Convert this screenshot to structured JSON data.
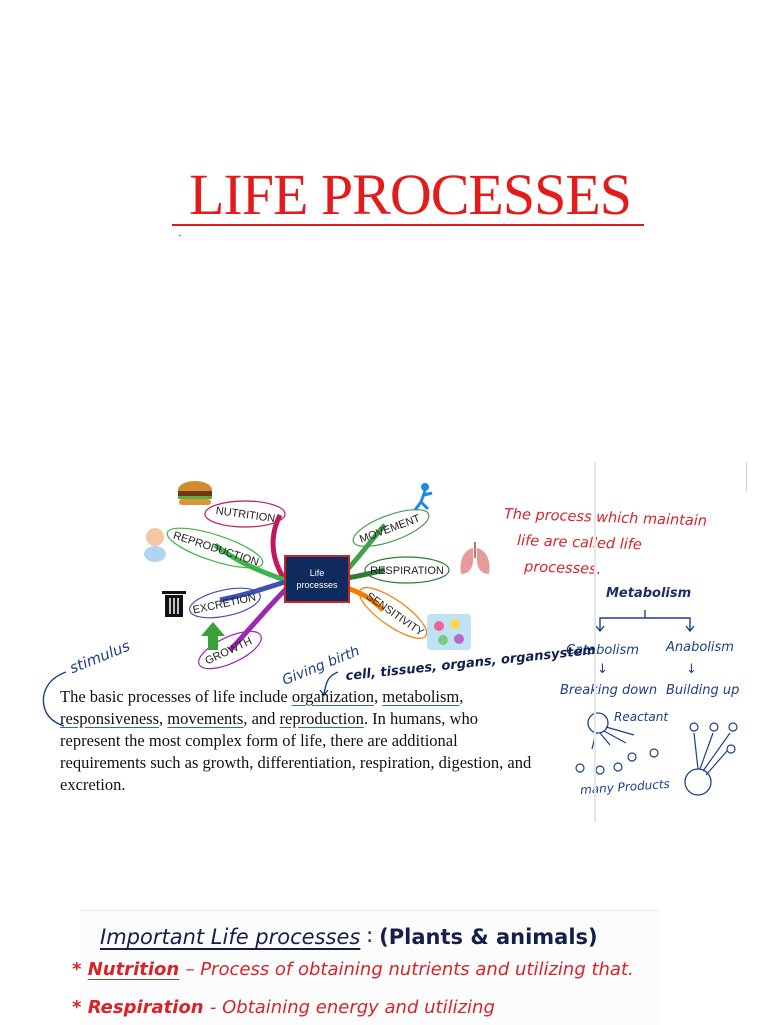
{
  "title": "LIFE PROCESSES",
  "mindmap": {
    "center": "Life processes",
    "branches": {
      "nutrition": "NUTRITION",
      "reproduction": "REPRODUCTION",
      "excretion": "EXCRETION",
      "growth": "GROWTH",
      "movement": "MOVEMENT",
      "respiration": "RESPIRATION",
      "sensitivity": "SENSITIVITY"
    },
    "colors": {
      "nutrition": "#c2185b",
      "reproduction": "#3cb44b",
      "excretion": "#3f51b5",
      "growth": "#9c27b0",
      "movement": "#43a047",
      "respiration": "#2e7d32",
      "sensitivity": "#f57c00",
      "center_box": "#0f2a5c"
    }
  },
  "notes": {
    "definition_line1": "The process which maintain",
    "definition_line2": "life are called life",
    "definition_line3": "processes.",
    "metabolism": "Metabolism",
    "catabolism": "Catabolism",
    "anabolism": "Anabolism",
    "breaking_down": "Breaking down",
    "building_up": "Building up",
    "reactant": "Reactant",
    "many_products": "many Products",
    "stimulus": "stimulus",
    "giving_birth": "Giving birth",
    "cell_levels": "cell, tissues, organs, organsystem"
  },
  "paragraph": {
    "p1": "The basic processes of life include ",
    "organization": "organization",
    "c1": ", ",
    "metabolism": "metabolism",
    "c2": ", ",
    "responsiveness": "responsiveness",
    "c3": ", ",
    "movements": "movements",
    "c4": ", and ",
    "reproduction": "reproduction",
    "p2": ". In humans, who represent the most complex form of life, there are additional requirements such as growth, differentiation, respiration, digestion, and excretion."
  },
  "important": {
    "heading": "Important Life processes",
    "colon": "∶",
    "scope": "(Plants & animals)",
    "items": [
      {
        "bullet": "*",
        "term": "Nutrition",
        "desc": "– Process of obtaining nutrients and utilizing that."
      },
      {
        "bullet": "*",
        "term": "Respiration",
        "desc": "- Obtaining energy and utilizing"
      }
    ]
  }
}
